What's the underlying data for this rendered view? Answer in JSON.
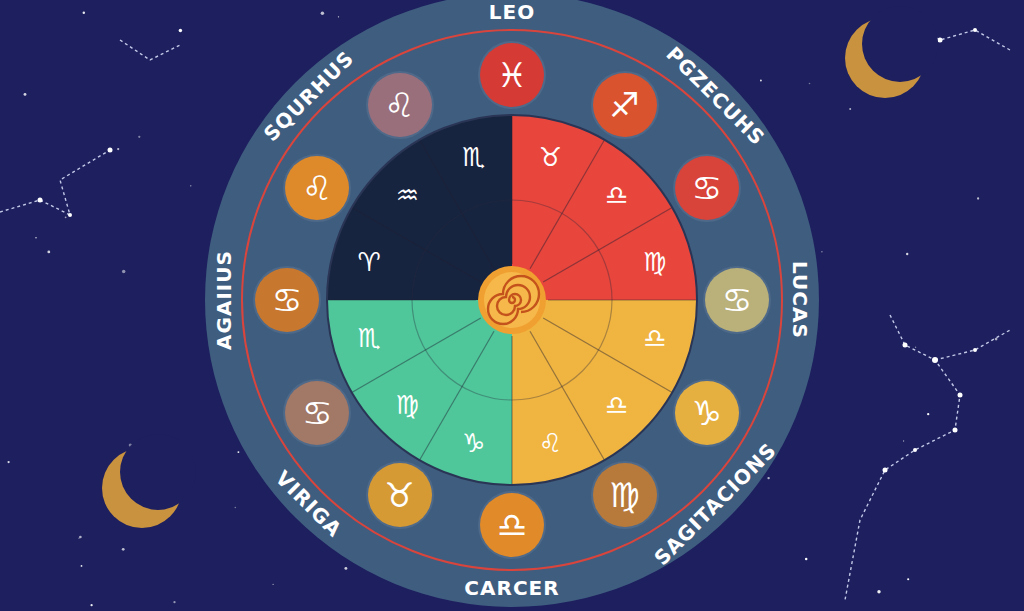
{
  "diagram": {
    "nodes": [
      {
        "text": [
          "♓"
        ]
      },
      {
        "text": [
          "♐"
        ]
      },
      {
        "text": [
          "♋"
        ]
      },
      {
        "text": [
          "♋"
        ]
      },
      {
        "text": [
          "♑"
        ]
      },
      {
        "text": [
          "♍"
        ]
      },
      {
        "text": [
          "♎"
        ]
      },
      {
        "text": [
          "♉"
        ]
      },
      {
        "text": [
          "♋"
        ]
      },
      {
        "text": [
          "♋"
        ]
      },
      {
        "text": [
          "♌"
        ]
      },
      {
        "text": [
          "♌"
        ]
      }
    ],
    "labels": [
      "LEO",
      "PGZECUHS",
      "LUCAS",
      "SAGITACIONS",
      "CARCER",
      "VIRIGA",
      "AGAIIUS",
      "SQURHUS",
      "♉",
      "♎",
      "♍",
      "♎",
      "♎",
      "♌",
      "♑",
      "♍",
      "♏",
      "♈",
      "♒",
      "♏"
    ]
  }
}
